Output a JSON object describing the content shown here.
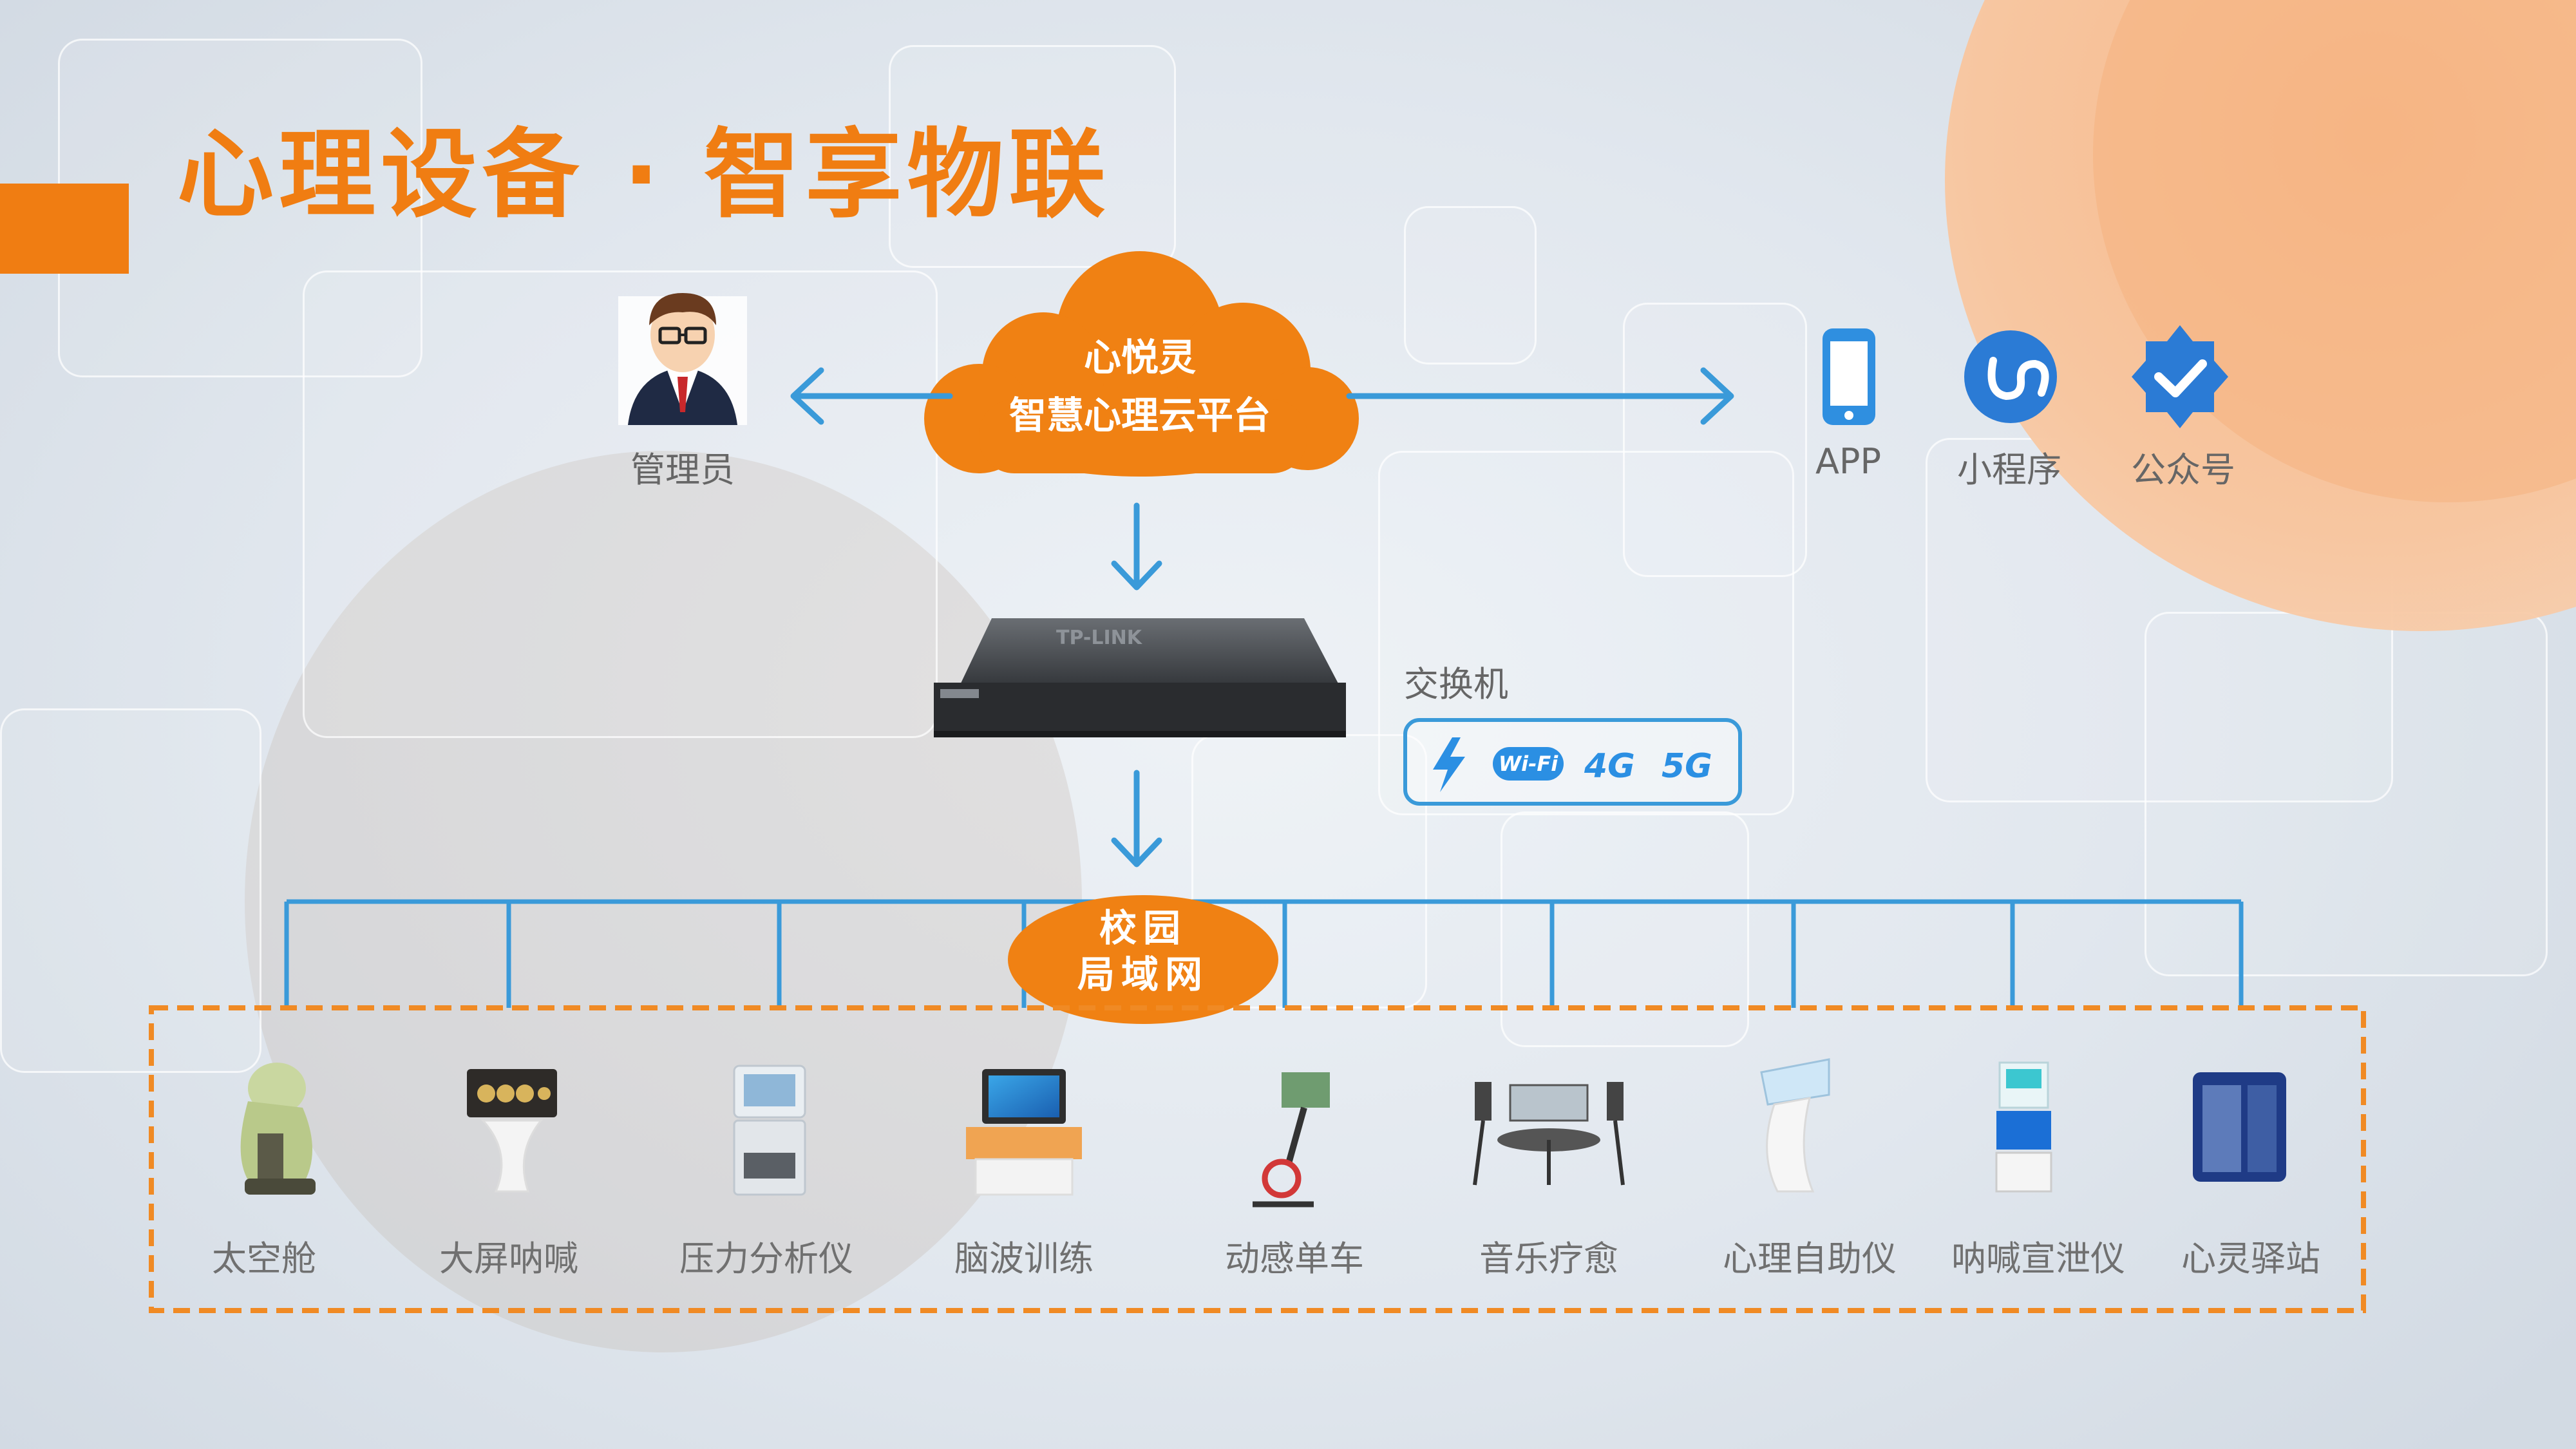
{
  "title": "心理设备 · 智享物联",
  "cloud": {
    "line1": "心悦灵",
    "line2": "智慧心理云平台"
  },
  "admin_label": "管理员",
  "clients": [
    {
      "label": "APP",
      "icon": "phone-icon"
    },
    {
      "label": "小程序",
      "icon": "mini-program-icon"
    },
    {
      "label": "公众号",
      "icon": "official-account-icon"
    }
  ],
  "switch": {
    "label": "交换机",
    "brand": "TP-LINK",
    "connectivity": [
      "lightning-icon",
      "Wi-Fi",
      "4G",
      "5G"
    ]
  },
  "lan": {
    "line1": "校园",
    "line2": "局域网"
  },
  "devices": [
    {
      "label": "太空舱",
      "icon": "massage-chair-icon"
    },
    {
      "label": "大屏呐喊",
      "icon": "big-screen-icon"
    },
    {
      "label": "压力分析仪",
      "icon": "analyzer-icon"
    },
    {
      "label": "脑波训练",
      "icon": "brainwave-desk-icon"
    },
    {
      "label": "动感单车",
      "icon": "bike-icon"
    },
    {
      "label": "音乐疗愈",
      "icon": "music-therapy-icon"
    },
    {
      "label": "心理自助仪",
      "icon": "kiosk-icon"
    },
    {
      "label": "呐喊宣泄仪",
      "icon": "venting-machine-icon"
    },
    {
      "label": "心灵驿站",
      "icon": "booth-icon"
    }
  ],
  "colors": {
    "accent": "#f07d12",
    "line": "#3a9ad9",
    "frame": "#f08a24"
  }
}
